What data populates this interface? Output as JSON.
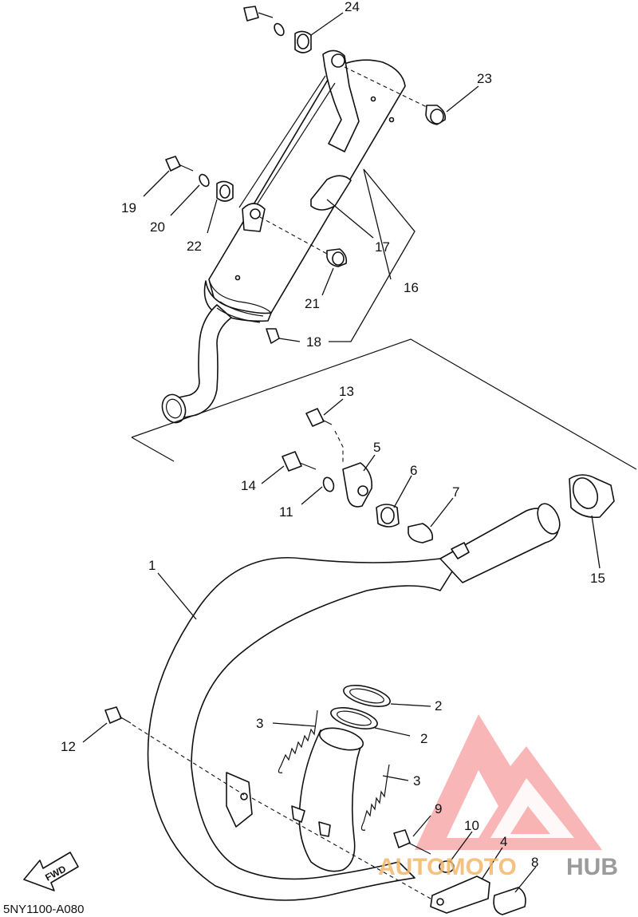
{
  "diagram": {
    "code": "5NY1100-A080",
    "fwd_label": "FWD",
    "callouts": [
      "1",
      "2",
      "2",
      "3",
      "3",
      "4",
      "5",
      "6",
      "7",
      "8",
      "9",
      "10",
      "11",
      "12",
      "13",
      "14",
      "15",
      "16",
      "17",
      "18",
      "19",
      "20",
      "21",
      "22",
      "23",
      "24"
    ]
  },
  "watermark": {
    "text_a": "AUTOMOTO",
    "text_b": "HUB",
    "color_logo": "#f27a7a",
    "color_text_a": "#f4b76a",
    "color_text_b": "#8a8a8a"
  }
}
